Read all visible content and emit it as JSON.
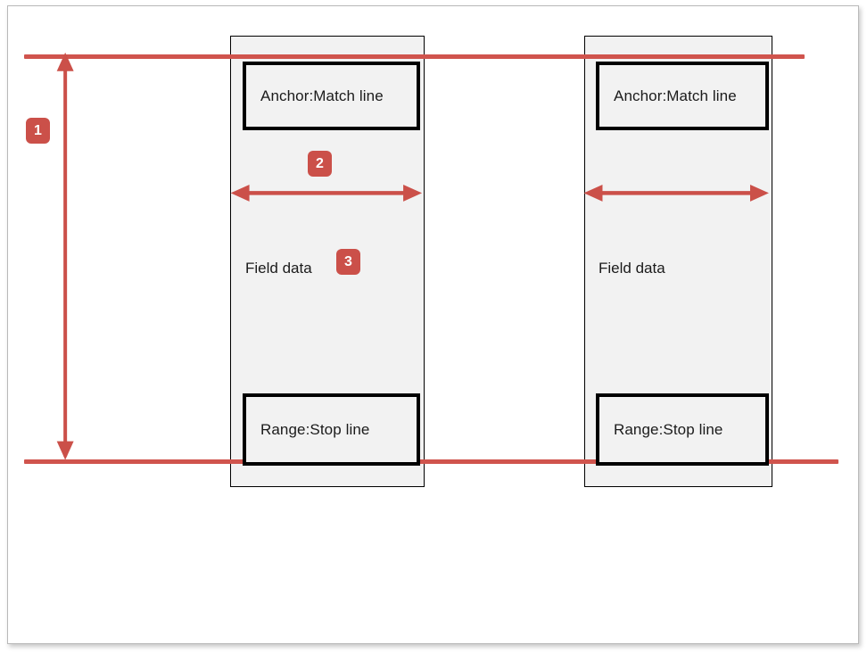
{
  "diagram": {
    "type": "annotated-layout-diagram",
    "background_color": "#ffffff",
    "accent_color": "#cb5049",
    "line_color": "#d0544d",
    "column_fill": "#f2f2f2",
    "column_border_color": "#000000",
    "columns": [
      {
        "id": "left",
        "anchor_label": "Anchor:Match line",
        "field_label": "Field data",
        "stop_label": "Range:Stop line"
      },
      {
        "id": "right",
        "anchor_label": "Anchor:Match line",
        "field_label": "Field data",
        "stop_label": "Range:Stop line"
      }
    ],
    "guide_lines": [
      {
        "id": "top",
        "name": "match-line-guide"
      },
      {
        "id": "bottom",
        "name": "stop-line-guide"
      }
    ],
    "arrows": [
      {
        "id": "vertical-range",
        "direction": "vertical",
        "heads": "both"
      },
      {
        "id": "horizontal-width-left",
        "direction": "horizontal",
        "heads": "both"
      },
      {
        "id": "horizontal-width-right",
        "direction": "horizontal",
        "heads": "both"
      }
    ],
    "badges": [
      {
        "id": "badge-1",
        "label": "1"
      },
      {
        "id": "badge-2",
        "label": "2"
      },
      {
        "id": "badge-3",
        "label": "3"
      }
    ]
  }
}
